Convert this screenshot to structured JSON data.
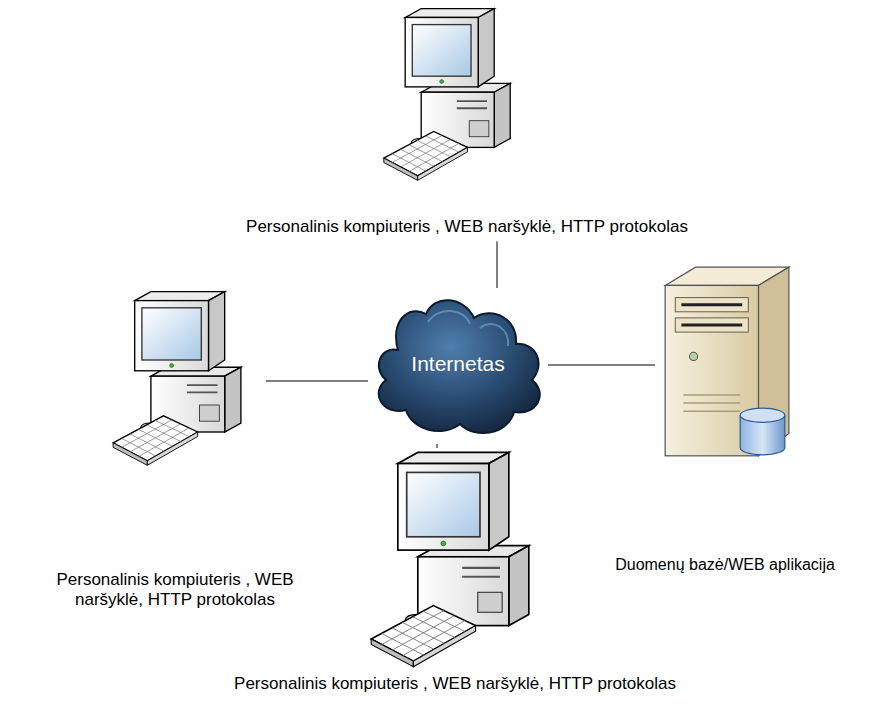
{
  "diagram": {
    "nodes": [
      {
        "text": [
          "Personalinis kompiuteris , WEB naršyklė, HTTP protokolas"
        ]
      },
      {
        "text": [
          "Personalinis kompiuteris , WEB naršyklė, HTTP protokolas"
        ]
      },
      {
        "text": [
          "Internetas"
        ]
      },
      {
        "text": [
          "Duomenų bazė/WEB aplikacija"
        ]
      },
      {
        "text": [
          "Personalinis kompiuteris , WEB naršyklė, HTTP protokolas"
        ]
      }
    ],
    "edges": [
      {
        "from": 0,
        "to": 2,
        "arrow": "none"
      },
      {
        "from": 1,
        "to": 2,
        "arrow": "none"
      },
      {
        "from": 2,
        "to": 3,
        "arrow": "none"
      },
      {
        "from": 4,
        "to": 2,
        "arrow": "none"
      }
    ]
  }
}
